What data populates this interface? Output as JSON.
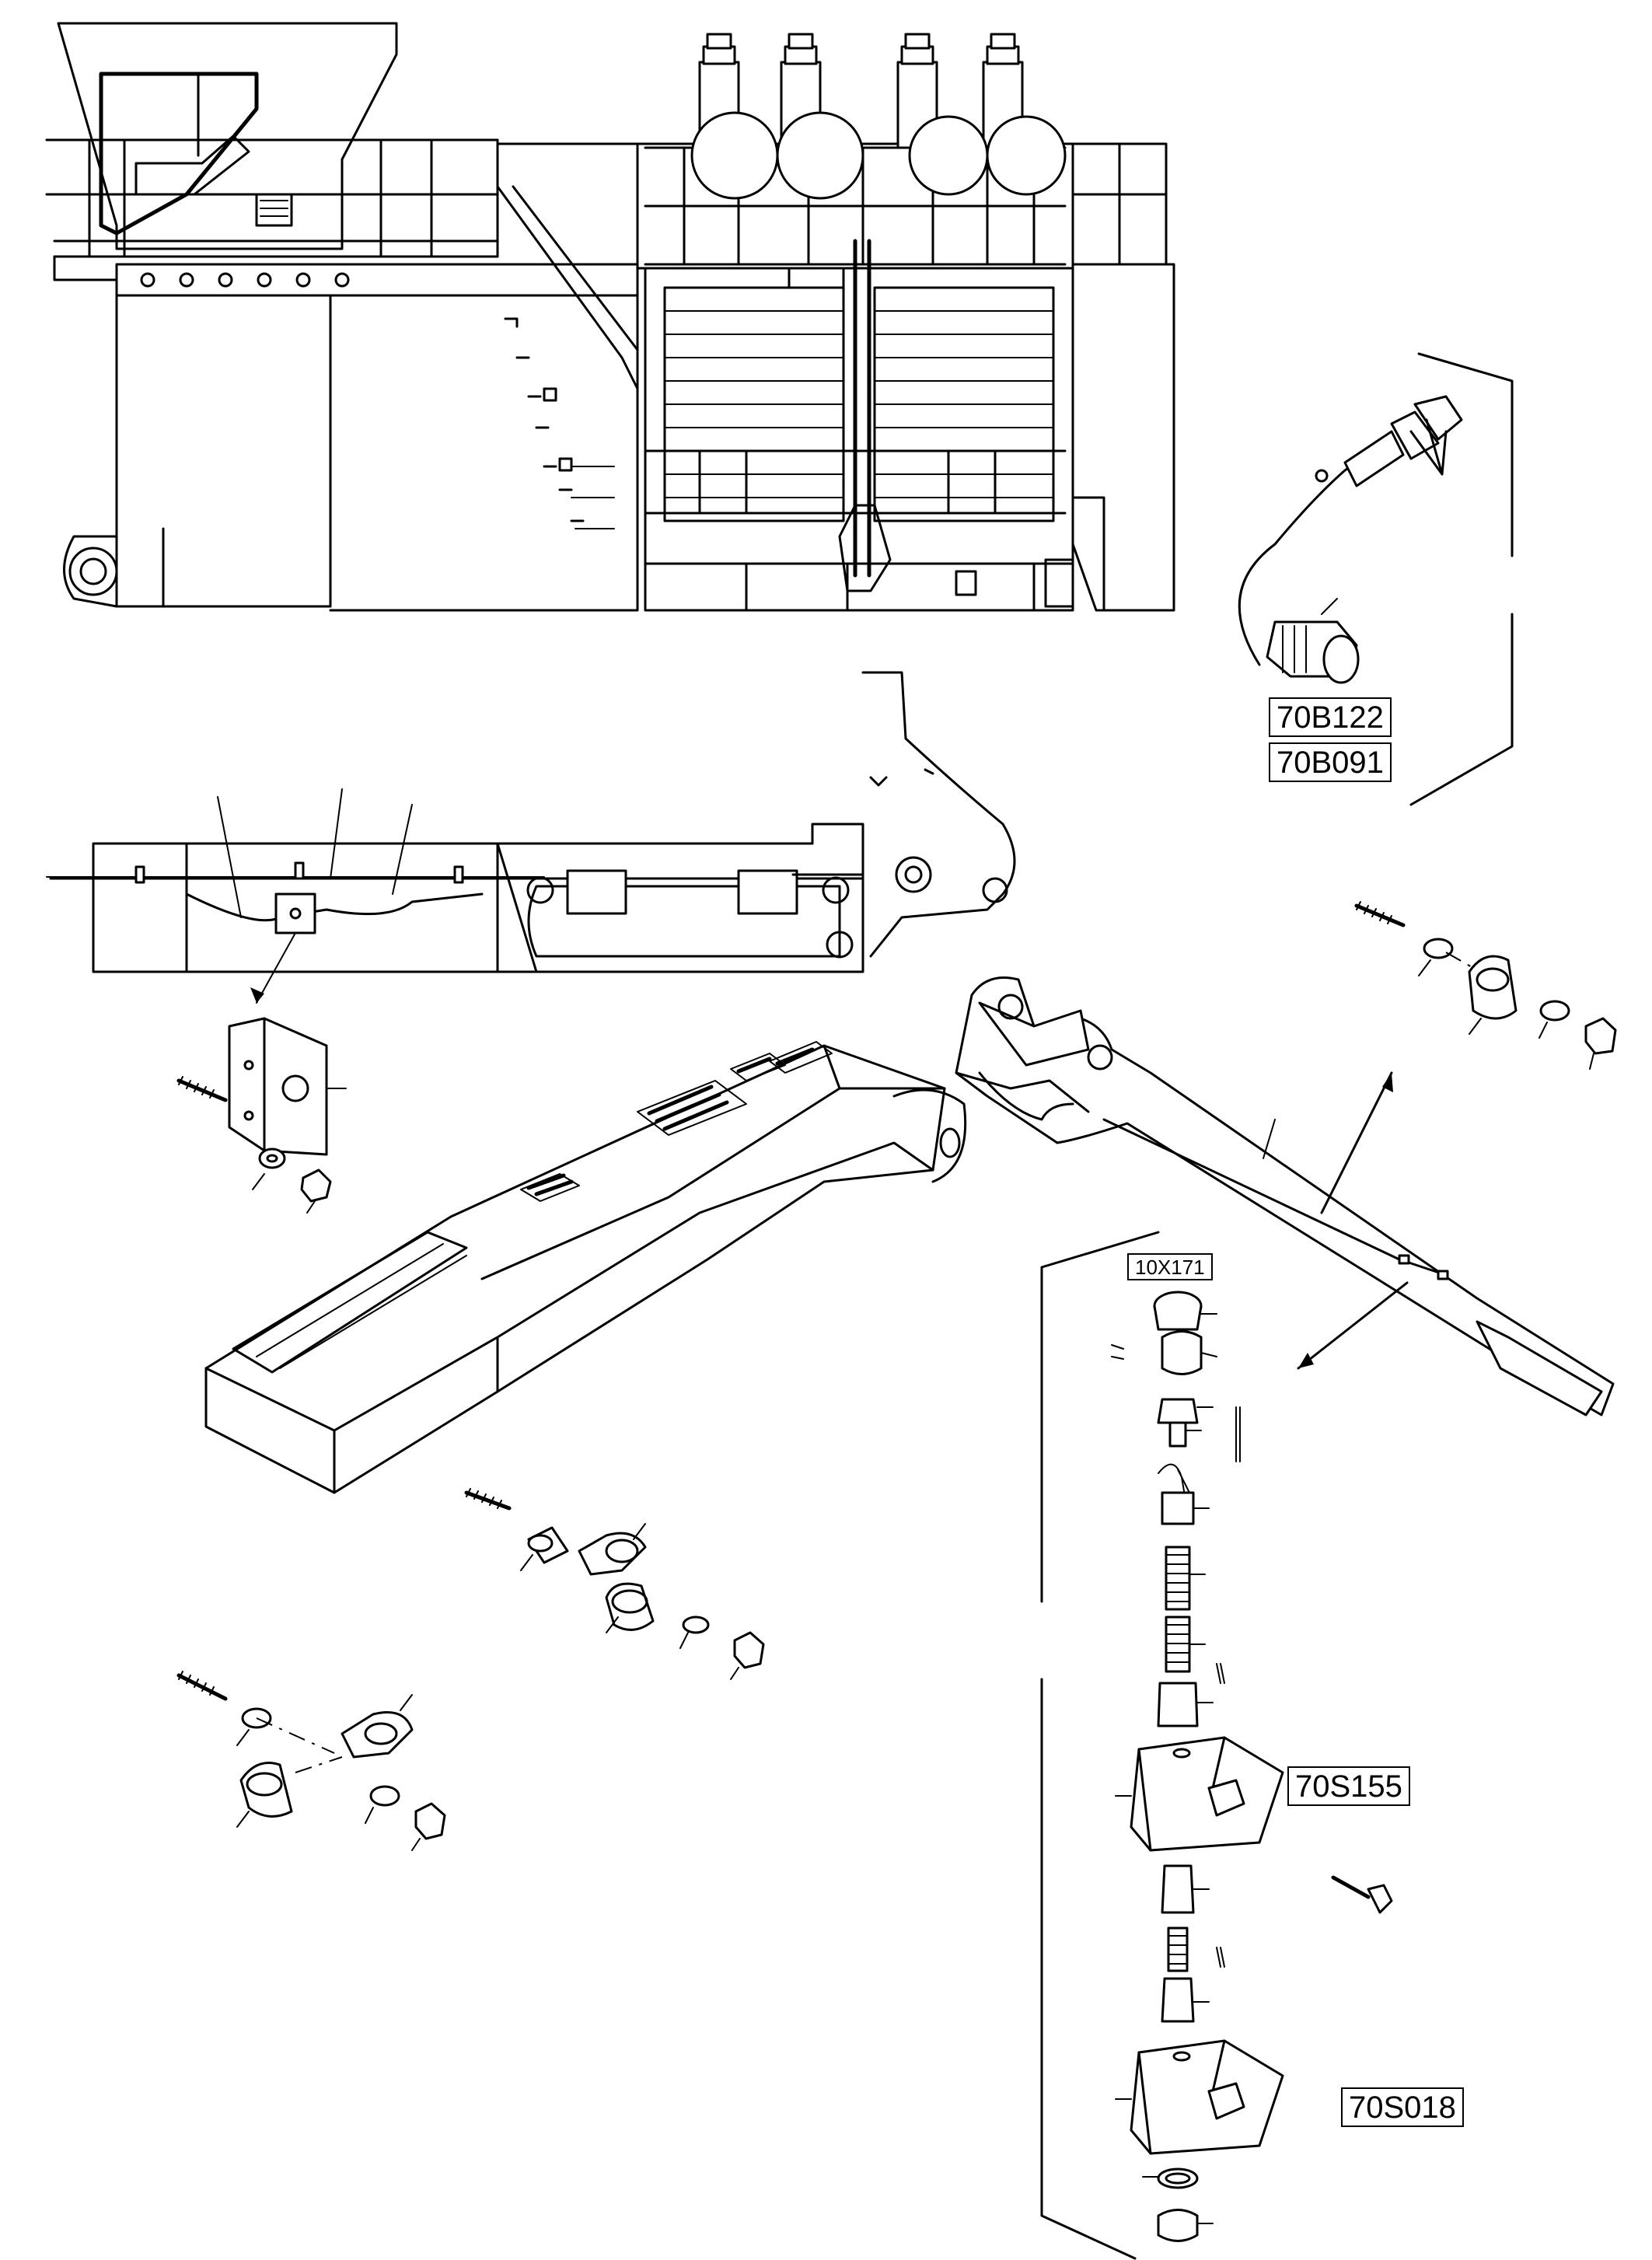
{
  "callouts": {
    "c1": "70B122",
    "c2": "70B091",
    "c3": "10X171",
    "c4": "70S155",
    "c5": "70S018"
  }
}
